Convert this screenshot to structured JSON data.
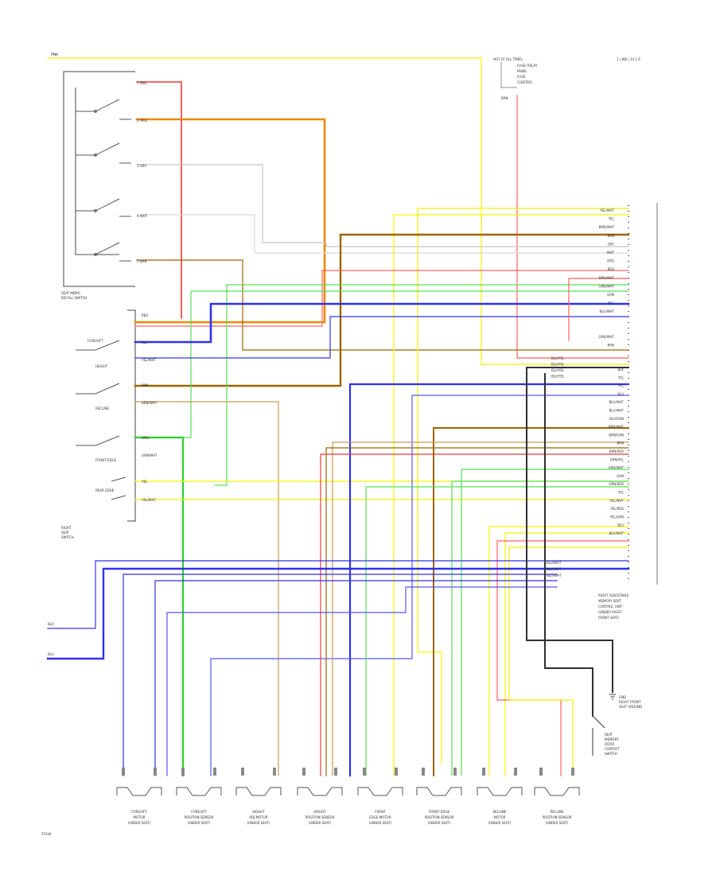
{
  "header": {
    "top_left": "PNK",
    "top_right": "1 | WB | 14 1 8"
  },
  "fuse_panel": {
    "title": "HOT AT ALL TIMES",
    "lines": [
      "FUSE/ RELAY",
      "PANEL",
      "FUSE",
      "(CENTER)"
    ],
    "wire": "BRN"
  },
  "master_switch": {
    "label_lines": [
      "SEAT MEMO",
      "RECALL SWITCH"
    ],
    "wires": [
      "1  RED",
      "2  ORG",
      "3  GRY",
      "4  WHT",
      "5  BRN"
    ]
  },
  "seat_switch": {
    "label_lines": [
      "RIGHT",
      "SEAT",
      "SWITCH"
    ],
    "wires": [
      "RED",
      "BLU",
      "YEL/WHT",
      "BRN",
      "BRN/WHT",
      "GRN",
      "GRN/WHT",
      "YEL",
      "YEL/WHT"
    ],
    "switches": [
      "FORE/AFT",
      "HEIGHT",
      "RECLINE",
      "FRONT EDGE",
      "REAR EDGE"
    ]
  },
  "module": {
    "label_lines": [
      "RIGHT ADJUSTABLE",
      "MEMORY SEAT",
      "CONTROL UNIT",
      "(UNDER RIGHT",
      "FRONT SEAT)"
    ],
    "upper_pins": [
      "YEL/WHT",
      "YEL",
      "BRN/WHT",
      "BRN",
      "GRY",
      "WHT",
      "ORG",
      "RED",
      "BRN/WHT",
      "GRN/WHT",
      "GRN",
      "BLU",
      "BLU/WHT",
      "",
      "",
      "GRN/WHT",
      "BRN"
    ],
    "lower_pins": [
      "BLK",
      "YEL",
      "YEL",
      "BLU",
      "BLU/WHT",
      "BLU/WHT",
      "BLU/GRN",
      "BRN/WHT",
      "BRN/GRN",
      "BRN",
      "BRN/RED",
      "GRN/YEL",
      "GRN/WHT",
      "GRN",
      "GRN/RED",
      "YEL",
      "YEL/WHT",
      "YEL/RED",
      "YEL/GRN",
      "BLU",
      "BLU/WHT"
    ],
    "feed_labels": [
      "BLU/YEL",
      "BLU/YEL",
      "BLU/YEL",
      "BLU/YEL"
    ],
    "ground_labels": [
      "BLU/WHT",
      "BLU/WHT",
      "BLU/WHT"
    ]
  },
  "left_inputs": [
    "BLU",
    "BLU"
  ],
  "ground": {
    "label_lines": [
      "GND",
      "RIGHT FRONT",
      "SEAT GROUND"
    ],
    "switch_lines": [
      "SEAT",
      "MEMORY",
      "DOOR",
      "CONTACT",
      "SWITCH"
    ]
  },
  "components": [
    {
      "lines": [
        "FORE/AFT",
        "MOTOR",
        "(UNDER SEAT)"
      ]
    },
    {
      "lines": [
        "FORE/AFT",
        "POSITION SENSOR",
        "(UNDER SEAT)"
      ]
    },
    {
      "lines": [
        "HEIGHT",
        "ADJ MOTOR",
        "(UNDER SEAT)"
      ]
    },
    {
      "lines": [
        "HEIGHT",
        "POSITION SENSOR",
        "(UNDER SEAT)"
      ]
    },
    {
      "lines": [
        "FRONT",
        "EDGE MOTOR",
        "(UNDER SEAT)"
      ]
    },
    {
      "lines": [
        "FRONT EDGE",
        "POSITION SENSOR",
        "(UNDER SEAT)"
      ]
    },
    {
      "lines": [
        "RECLINE",
        "MOTOR",
        "(UNDER SEAT)"
      ]
    },
    {
      "lines": [
        "RECLINE",
        "POSITION SENSOR",
        "(UNDER SEAT)"
      ]
    }
  ],
  "footer": "ST444",
  "colors": {
    "red": "#f03838",
    "orange": "#ee8800",
    "yellow": "#f4f400",
    "green": "#55e055",
    "blue": "#3030ee",
    "brown": "#9a6600",
    "grey": "#b0b0b0",
    "black": "#303030",
    "pink": "#ff8a8a"
  }
}
